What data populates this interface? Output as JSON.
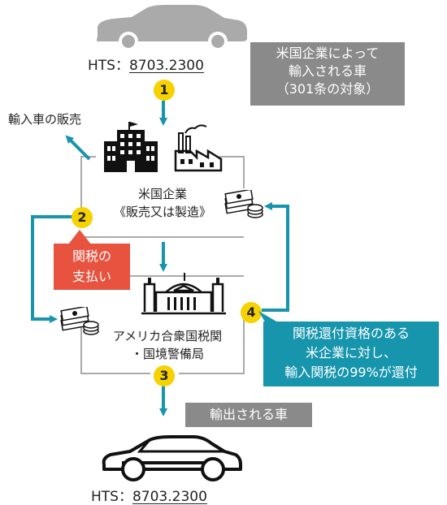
{
  "top": {
    "hts_prefix": "HTS：",
    "hts_code": "8703.2300"
  },
  "bottom": {
    "hts_prefix": "HTS：",
    "hts_code": "8703.2300"
  },
  "callouts": {
    "import_car": [
      "米国企業によって",
      "輸入される車",
      "（301条の対象）"
    ],
    "tariff_payment": [
      "関税の",
      "支払い"
    ],
    "refund": [
      "関税還付資格のある",
      "米企業に対し、",
      "輸入関税の99%が還付"
    ],
    "export_car": "輸出される車"
  },
  "labels": {
    "domestic_sale": "輸入車の販売",
    "us_company": [
      "米国企業",
      "《販売又は製造》"
    ],
    "customs": [
      "アメリカ合衆国税関",
      "・国境警備局"
    ]
  },
  "steps": [
    "1",
    "2",
    "3",
    "4"
  ],
  "colors": {
    "arrow": "#1695ad",
    "dot": "#f6d200",
    "red": "#e8533f",
    "gray": "#8a8a8a",
    "teal": "#1695ad"
  }
}
